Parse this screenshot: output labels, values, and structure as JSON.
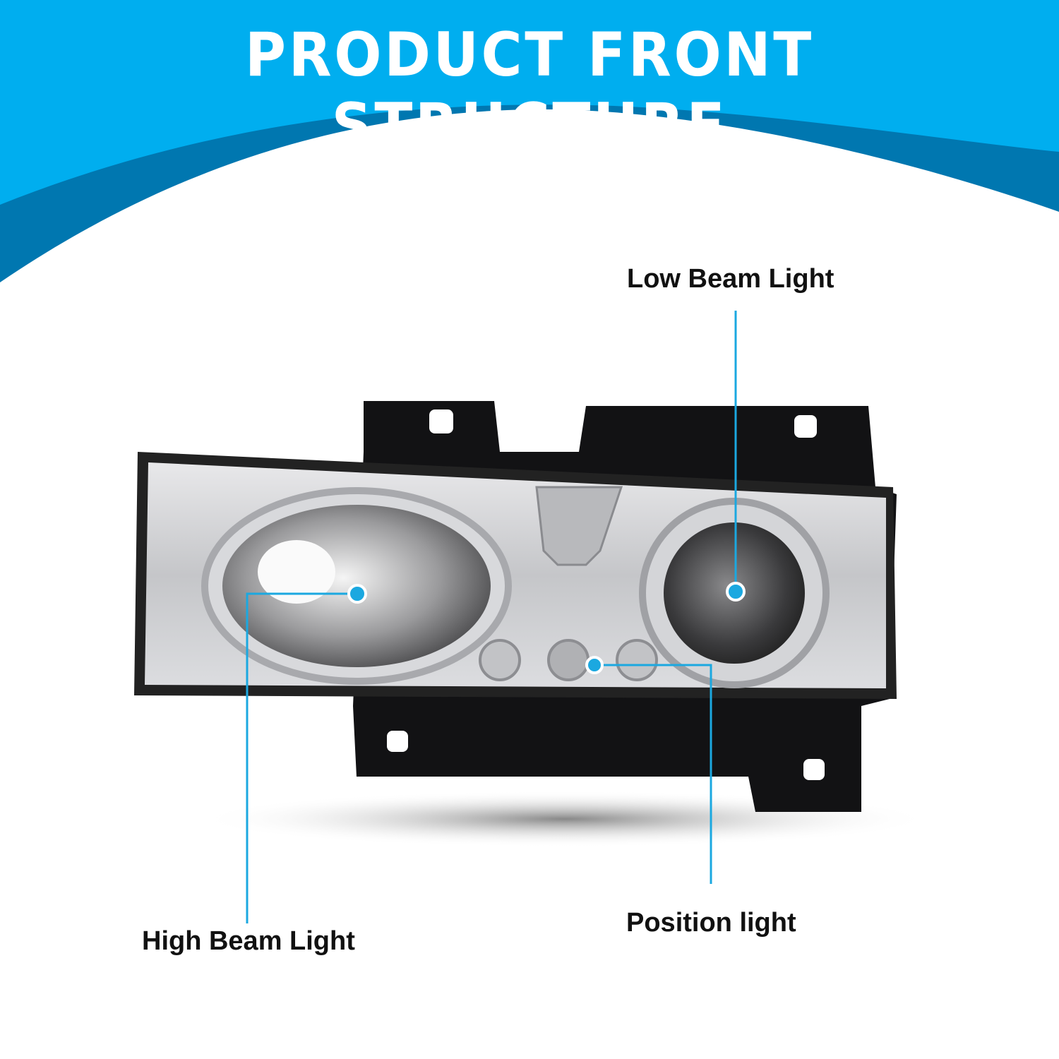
{
  "header": {
    "title": "PRODUCT FRONT STRUCTURE"
  },
  "callouts": {
    "low_beam": "Low Beam Light",
    "high_beam": "High Beam Light",
    "position": "Position light"
  },
  "colors": {
    "primary_blue": "#00AEEF",
    "dark_blue": "#0077B0",
    "callout": "#1BA8E0"
  }
}
